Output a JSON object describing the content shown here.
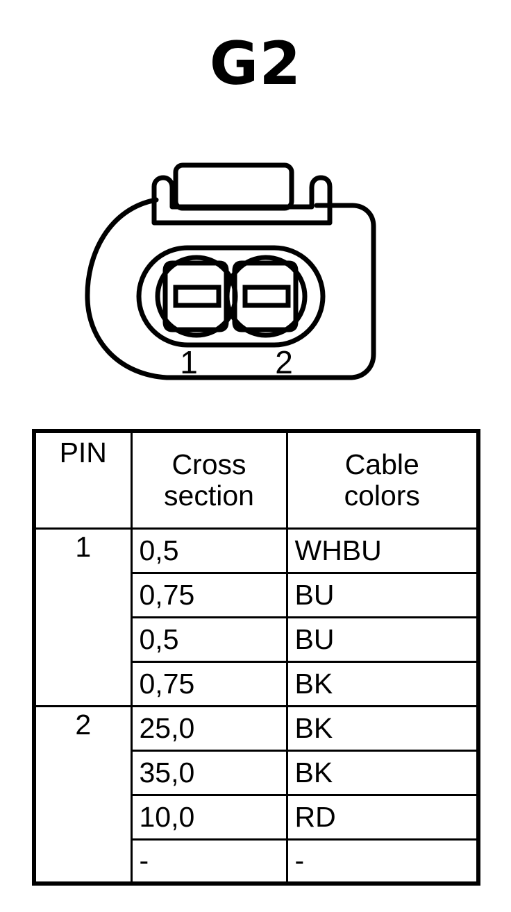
{
  "title": "G2",
  "connector": {
    "name": "2-way connector front view",
    "latch_name": "latch-tab",
    "cavity_name": "pin-cavity-oval",
    "pins": [
      {
        "id": "1",
        "label": "1"
      },
      {
        "id": "2",
        "label": "2"
      }
    ],
    "colors": {
      "outline": "#000000",
      "fill": "#ffffff"
    }
  },
  "table": {
    "headers": {
      "pin": "PIN",
      "cross_section_line1": "Cross",
      "cross_section_line2": "section",
      "cable_colors_line1": "Cable",
      "cable_colors_line2": "colors"
    },
    "groups": [
      {
        "pin": "1",
        "rows": [
          {
            "cross_section": "0,5",
            "cable_colors": "WHBU"
          },
          {
            "cross_section": "0,75",
            "cable_colors": "BU"
          },
          {
            "cross_section": "0,5",
            "cable_colors": "BU"
          },
          {
            "cross_section": "0,75",
            "cable_colors": "BK"
          }
        ]
      },
      {
        "pin": "2",
        "rows": [
          {
            "cross_section": "25,0",
            "cable_colors": "BK"
          },
          {
            "cross_section": "35,0",
            "cable_colors": "BK"
          },
          {
            "cross_section": "10,0",
            "cable_colors": "RD"
          },
          {
            "cross_section": "-",
            "cable_colors": "-"
          }
        ]
      }
    ]
  }
}
